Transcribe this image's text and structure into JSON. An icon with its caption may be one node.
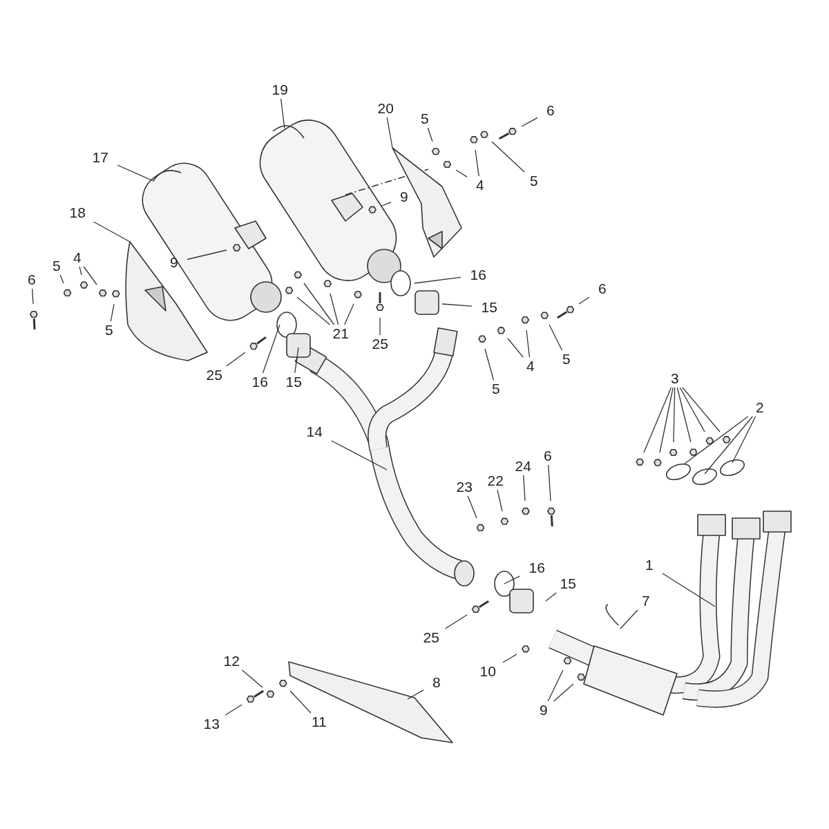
{
  "diagram": {
    "nodes": [
      {
        "text": [
          "19"
        ]
      },
      {
        "text": [
          "20"
        ]
      },
      {
        "text": [
          "5"
        ]
      },
      {
        "text": [
          "6"
        ]
      },
      {
        "text": [
          "17"
        ]
      },
      {
        "text": [
          "9"
        ]
      },
      {
        "text": [
          "4"
        ]
      },
      {
        "text": [
          "5"
        ]
      },
      {
        "text": [
          "18"
        ]
      },
      {
        "text": [
          "4"
        ]
      },
      {
        "text": [
          "5"
        ]
      },
      {
        "text": [
          "6"
        ]
      },
      {
        "text": [
          "9"
        ]
      },
      {
        "text": [
          "5"
        ]
      },
      {
        "text": [
          "16"
        ]
      },
      {
        "text": [
          "15"
        ]
      },
      {
        "text": [
          "6"
        ]
      },
      {
        "text": [
          "21"
        ]
      },
      {
        "text": [
          "25"
        ]
      },
      {
        "text": [
          "5"
        ]
      },
      {
        "text": [
          "4"
        ]
      },
      {
        "text": [
          "5"
        ]
      },
      {
        "text": [
          "25"
        ]
      },
      {
        "text": [
          "16"
        ]
      },
      {
        "text": [
          "15"
        ]
      },
      {
        "text": [
          "3"
        ]
      },
      {
        "text": [
          "2"
        ]
      },
      {
        "text": [
          "14"
        ]
      },
      {
        "text": [
          "23"
        ]
      },
      {
        "text": [
          "22"
        ]
      },
      {
        "text": [
          "24"
        ]
      },
      {
        "text": [
          "6"
        ]
      },
      {
        "text": [
          "16"
        ]
      },
      {
        "text": [
          "15"
        ]
      },
      {
        "text": [
          "1"
        ]
      },
      {
        "text": [
          "7"
        ]
      },
      {
        "text": [
          "25"
        ]
      },
      {
        "text": [
          "12"
        ]
      },
      {
        "text": [
          "8"
        ]
      },
      {
        "text": [
          "10"
        ]
      },
      {
        "text": [
          "13"
        ]
      },
      {
        "text": [
          "11"
        ]
      },
      {
        "text": [
          "9"
        ]
      }
    ],
    "edges": [
      {
        "from": 0,
        "to": null,
        "arrow": "none"
      },
      {
        "from": 1,
        "to": null,
        "arrow": "none"
      },
      {
        "from": 2,
        "to": null,
        "arrow": "none"
      },
      {
        "from": 3,
        "to": null,
        "arrow": "none"
      },
      {
        "from": 4,
        "to": null,
        "arrow": "none"
      },
      {
        "from": 5,
        "to": null,
        "arrow": "none"
      },
      {
        "from": 6,
        "to": null,
        "arrow": "none"
      },
      {
        "from": 6,
        "to": null,
        "arrow": "none"
      },
      {
        "from": 7,
        "to": null,
        "arrow": "none"
      },
      {
        "from": 8,
        "to": null,
        "arrow": "none"
      },
      {
        "from": 9,
        "to": null,
        "arrow": "none"
      },
      {
        "from": 9,
        "to": null,
        "arrow": "none"
      },
      {
        "from": 10,
        "to": null,
        "arrow": "none"
      },
      {
        "from": 11,
        "to": null,
        "arrow": "none"
      },
      {
        "from": 12,
        "to": null,
        "arrow": "none"
      },
      {
        "from": 13,
        "to": null,
        "arrow": "none"
      },
      {
        "from": 14,
        "to": null,
        "arrow": "none"
      },
      {
        "from": 15,
        "to": null,
        "arrow": "none"
      },
      {
        "from": 16,
        "to": null,
        "arrow": "none"
      },
      {
        "from": 17,
        "to": null,
        "arrow": "none"
      },
      {
        "from": 17,
        "to": null,
        "arrow": "none"
      },
      {
        "from": 17,
        "to": null,
        "arrow": "none"
      },
      {
        "from": 17,
        "to": null,
        "arrow": "none"
      },
      {
        "from": 18,
        "to": null,
        "arrow": "none"
      },
      {
        "from": 19,
        "to": null,
        "arrow": "none"
      },
      {
        "from": 20,
        "to": null,
        "arrow": "none"
      },
      {
        "from": 20,
        "to": null,
        "arrow": "none"
      },
      {
        "from": 21,
        "to": null,
        "arrow": "none"
      },
      {
        "from": 22,
        "to": null,
        "arrow": "none"
      },
      {
        "from": 23,
        "to": null,
        "arrow": "none"
      },
      {
        "from": 24,
        "to": null,
        "arrow": "none"
      },
      {
        "from": 25,
        "to": null,
        "arrow": "none"
      },
      {
        "from": 25,
        "to": null,
        "arrow": "none"
      },
      {
        "from": 25,
        "to": null,
        "arrow": "none"
      },
      {
        "from": 25,
        "to": null,
        "arrow": "none"
      },
      {
        "from": 25,
        "to": null,
        "arrow": "none"
      },
      {
        "from": 25,
        "to": null,
        "arrow": "none"
      },
      {
        "from": 26,
        "to": null,
        "arrow": "none"
      },
      {
        "from": 26,
        "to": null,
        "arrow": "none"
      },
      {
        "from": 26,
        "to": null,
        "arrow": "none"
      },
      {
        "from": 27,
        "to": null,
        "arrow": "none"
      },
      {
        "from": 28,
        "to": null,
        "arrow": "none"
      },
      {
        "from": 29,
        "to": null,
        "arrow": "none"
      },
      {
        "from": 30,
        "to": null,
        "arrow": "none"
      },
      {
        "from": 31,
        "to": null,
        "arrow": "none"
      },
      {
        "from": 32,
        "to": null,
        "arrow": "none"
      },
      {
        "from": 33,
        "to": null,
        "arrow": "none"
      },
      {
        "from": 34,
        "to": null,
        "arrow": "none"
      },
      {
        "from": 35,
        "to": null,
        "arrow": "none"
      },
      {
        "from": 36,
        "to": null,
        "arrow": "none"
      },
      {
        "from": 37,
        "to": null,
        "arrow": "none"
      },
      {
        "from": 38,
        "to": null,
        "arrow": "none"
      },
      {
        "from": 39,
        "to": null,
        "arrow": "none"
      },
      {
        "from": 40,
        "to": null,
        "arrow": "none"
      },
      {
        "from": 41,
        "to": null,
        "arrow": "none"
      },
      {
        "from": 42,
        "to": null,
        "arrow": "none"
      },
      {
        "from": 42,
        "to": null,
        "arrow": "none"
      }
    ]
  }
}
